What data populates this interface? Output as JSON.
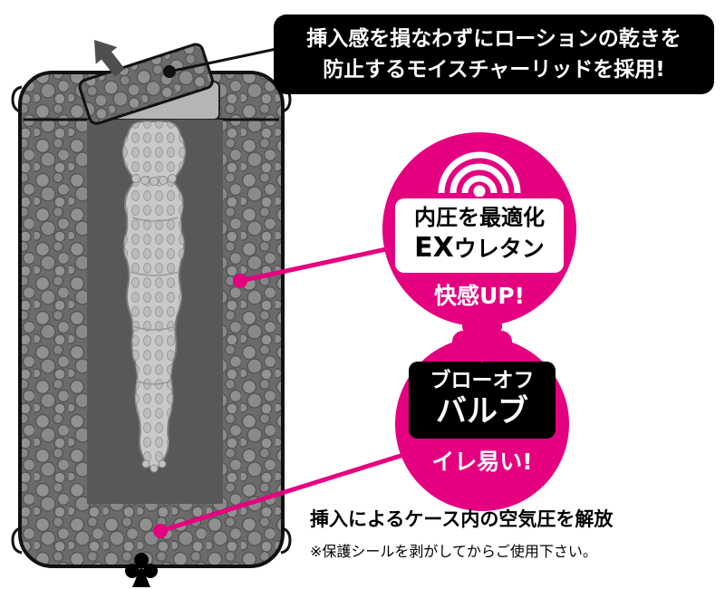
{
  "colors": {
    "magenta": "#e4007f",
    "ink": "#000000"
  },
  "lid_callout": {
    "line1": "挿入感を損なわずにローションの乾きを",
    "line2": "防止するモイスチャーリッドを採用!"
  },
  "pressure_badge": {
    "panel_line1": "内圧を最適化",
    "panel_line2_prefix": "EX",
    "panel_line2_suffix": "ウレタン",
    "caption": "快感UP!"
  },
  "valve_badge": {
    "panel_line1": "ブローオフ",
    "panel_line2": "バルブ",
    "caption": "イレ易い!"
  },
  "footnote": {
    "line1": "挿入によるケース内の空気圧を解放",
    "line2": "※保護シールを剥がしてからご使用下さい。"
  },
  "icons": {
    "lid_arrow": "up-left lift arrow",
    "pressure_waves": "concentric pressure waves over dot",
    "air_puff": "air puff cloud",
    "valve_clover": "blow-off valve clover"
  }
}
